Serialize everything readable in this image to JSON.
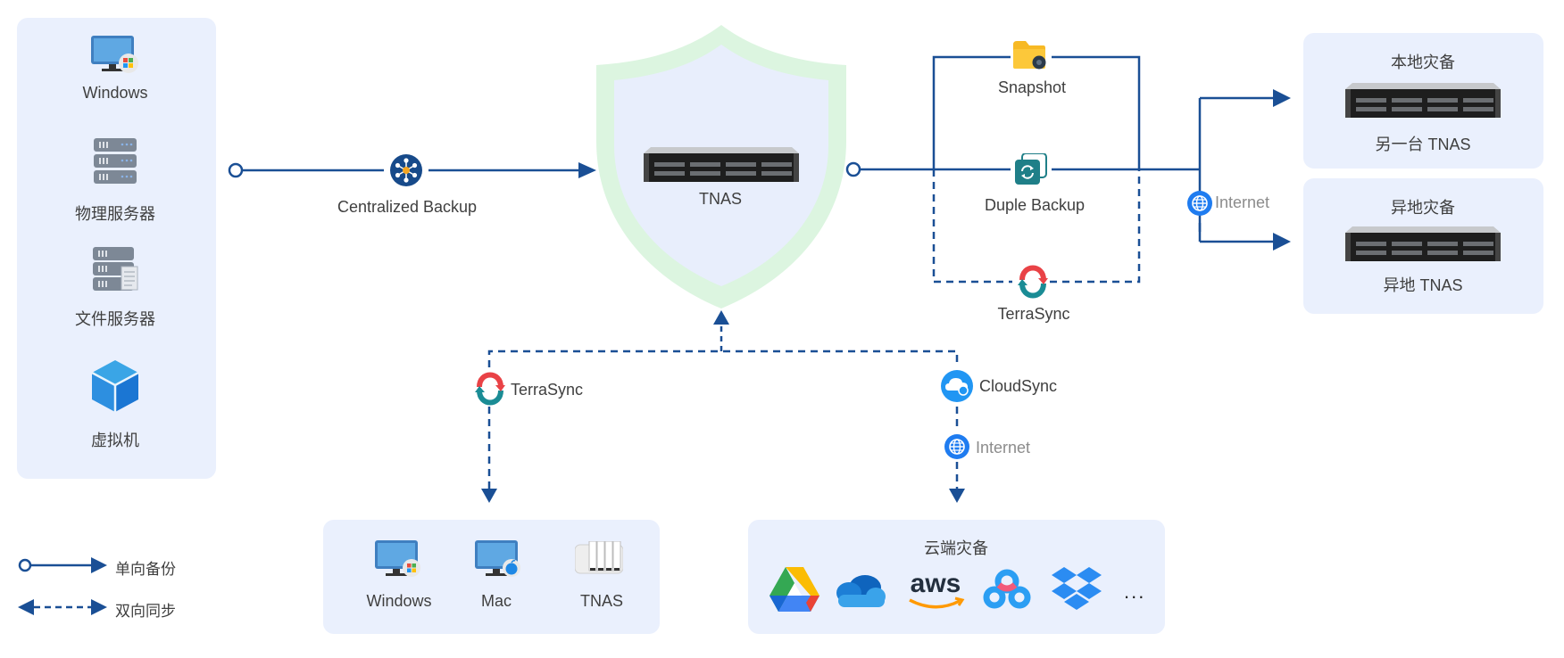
{
  "colors": {
    "line": "#1a4f95",
    "panel_bg": "#eaf0fd",
    "shield_outer": "#dcf5e0",
    "shield_inner": "#e8eefc",
    "label_text": "#3f3f3f",
    "internet_text": "#8c8c8c",
    "accent_orange": "#f5a623"
  },
  "sources": {
    "items": [
      {
        "label": "Windows",
        "icon": "windows-pc-icon"
      },
      {
        "label": "物理服务器",
        "icon": "physical-server-icon"
      },
      {
        "label": "文件服务器",
        "icon": "file-server-icon"
      },
      {
        "label": "虚拟机",
        "icon": "virtual-machine-icon"
      }
    ]
  },
  "centralized": {
    "label": "Centralized Backup",
    "icon": "centralized-backup-icon"
  },
  "center": {
    "label": "TNAS",
    "icon": "rack-nas-icon"
  },
  "right_methods": {
    "snapshot": {
      "label": "Snapshot",
      "icon": "snapshot-folder-icon"
    },
    "duple": {
      "label": "Duple Backup",
      "icon": "duple-backup-icon"
    },
    "terrasync": {
      "label": "TerraSync",
      "icon": "terrasync-icon"
    }
  },
  "internet_right": {
    "label": "Internet",
    "icon": "globe-icon"
  },
  "targets": {
    "local": {
      "title": "本地灾备",
      "device": "另一台 TNAS"
    },
    "remote": {
      "title": "异地灾备",
      "device": "异地 TNAS"
    }
  },
  "bottom_left": {
    "sync_label": "TerraSync",
    "items": [
      {
        "label": "Windows",
        "icon": "windows-pc-icon"
      },
      {
        "label": "Mac",
        "icon": "mac-pc-icon"
      },
      {
        "label": "TNAS",
        "icon": "desktop-nas-icon"
      }
    ]
  },
  "bottom_right": {
    "sync_label": "CloudSync",
    "internet_label": "Internet",
    "title": "云端灾备",
    "providers": [
      "Google Drive",
      "OneDrive",
      "aws",
      "Baidu Netdisk",
      "Dropbox"
    ],
    "aws_text": "aws",
    "more": "..."
  },
  "legend": {
    "one_way": "单向备份",
    "two_way": "双向同步"
  }
}
